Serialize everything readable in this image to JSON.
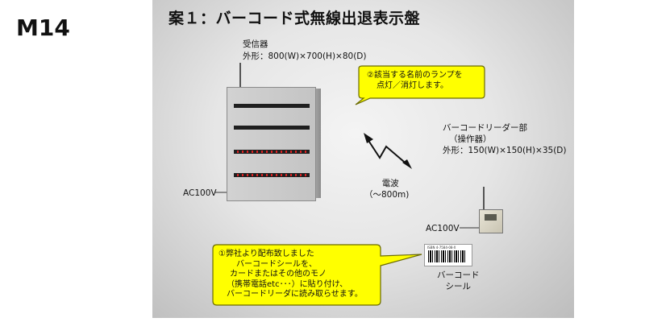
{
  "page_id": "M14",
  "title": "案１：バーコード式無線出退表示盤",
  "receiver": {
    "label": "受信器",
    "size": "外形：800(W)×700(H)×80(D)"
  },
  "callout_lamp": {
    "line1": "②該当する名前のランプを",
    "line2": "点灯／消灯します。"
  },
  "reader": {
    "label": "バーコードリーダー部",
    "sub": "（操作器）",
    "size": "外形：150(W)×150(H)×35(D)"
  },
  "radio": {
    "label": "電波",
    "range": "（～800m)"
  },
  "power_left": "AC100V",
  "power_right": "AC100V",
  "barcode_card": {
    "isbn": "ISBN 4-7584-08-X",
    "label_line1": "バーコード",
    "label_line2": "シール"
  },
  "callout_card": {
    "line1": "①弊社より配布致しました",
    "line2": "バーコードシールを、",
    "line3": "カードまたはその他のモノ",
    "line4": "（携帯電話etc･･･）に貼り付け、",
    "line5": "バーコードリーダに読み取らせます。"
  },
  "colors": {
    "callout_fill": "#ffff00",
    "callout_border": "#6b6b00",
    "slide_bg": "#e2e2e2",
    "led": "#dd2222"
  }
}
